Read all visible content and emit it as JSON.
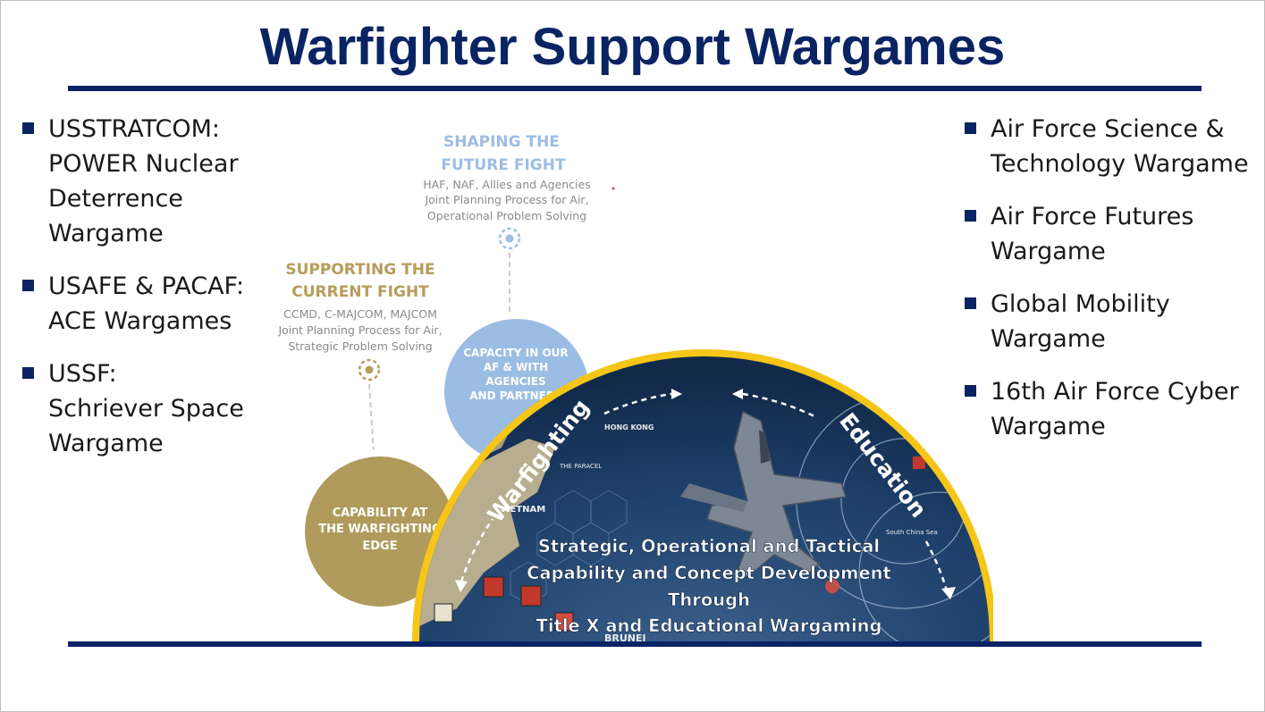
{
  "title": "Warfighter Support Wargames",
  "left_bullets": [
    "USSTRATCOM:\nPOWER Nuclear\nDeterrence\nWargame",
    "USAFE & PACAF:\nACE Wargames",
    "USSF:\nSchriever Space\nWargame"
  ],
  "right_bullets": [
    "Air Force Science &\nTechnology Wargame",
    "Air Force Futures\nWargame",
    "Global Mobility\nWargame",
    "16th Air Force Cyber\nWargame"
  ],
  "graphic": {
    "shaping": {
      "heading_line1": "SHAPING THE",
      "heading_line2": "FUTURE FIGHT",
      "desc_line1": "HAF, NAF, Allies and Agencies",
      "desc_line2": "Joint Planning Process for Air,",
      "desc_line3": "Operational Problem Solving"
    },
    "supporting": {
      "heading_line1": "SUPPORTING THE",
      "heading_line2": "CURRENT FIGHT",
      "desc_line1": "CCMD, C-MAJCOM, MAJCOM",
      "desc_line2": "Joint Planning Process for Air,",
      "desc_line3": "Strategic Problem Solving"
    },
    "capacity_circle": {
      "line1": "CAPACITY IN OUR",
      "line2": "AF & WITH",
      "line3": "AGENCIES",
      "line4": "AND PARTNERS"
    },
    "capability_circle": {
      "line1": "CAPABILITY AT",
      "line2": "THE WARFIGHTING",
      "line3": "EDGE"
    },
    "arc_left_label": "Warfighting",
    "arc_right_label": "Education",
    "center_line1": "Strategic, Operational and Tactical",
    "center_line2": "Capability and Concept Development",
    "center_line3": "Through",
    "center_line4": "Title X and Educational Wargaming",
    "map_labels": {
      "hong_kong": "HONG KONG",
      "vietnam": "VIETNAM",
      "paracel": "THE PARACEL",
      "south_china_sea": "South China Sea",
      "brunei": "BRUNEI"
    }
  },
  "colors": {
    "title": "#0a2463",
    "rule": "#0a2463",
    "shaping_heading": "#9dbde2",
    "supporting_heading": "#b79c5a",
    "capacity_fill": "#9bbde3",
    "capability_fill": "#b09a5c",
    "arc_ring": "#f5c518",
    "map_sea": "#1d3f6a"
  }
}
